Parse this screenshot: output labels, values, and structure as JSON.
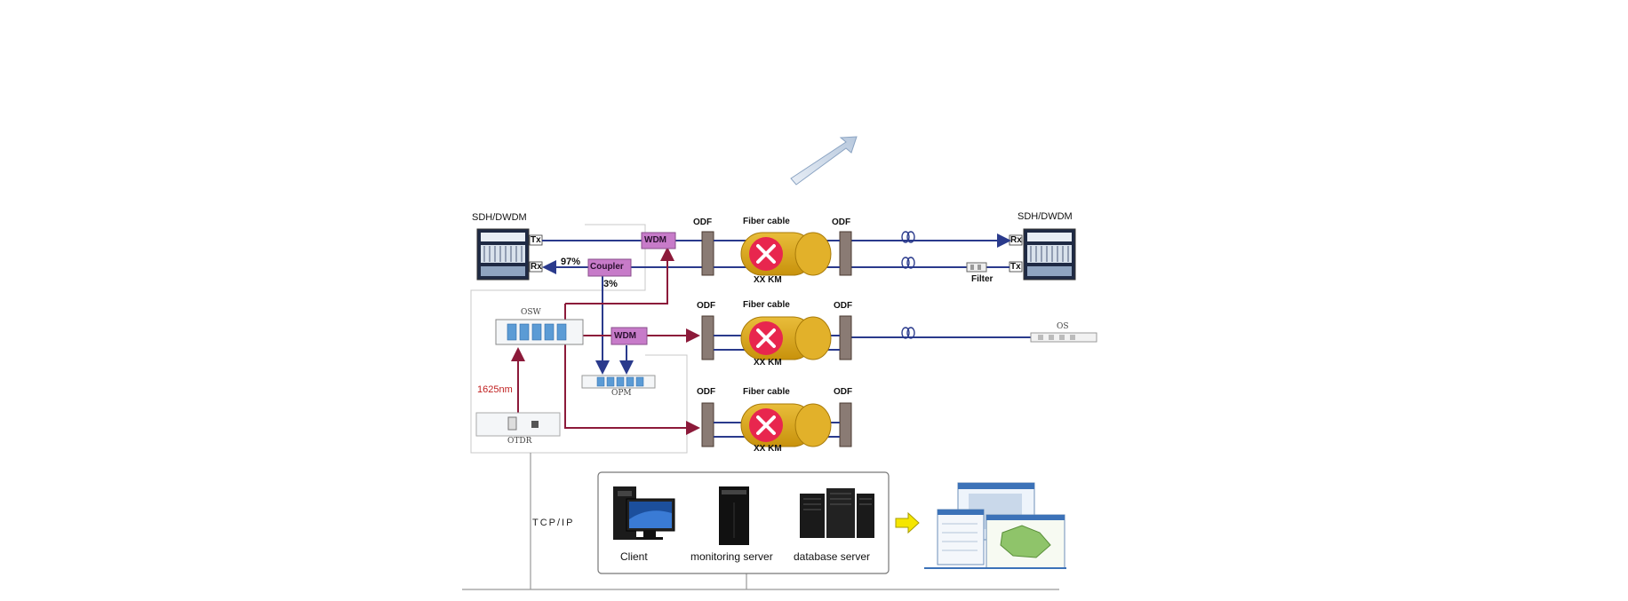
{
  "equipment": {
    "left_label": "SDH/DWDM",
    "right_label": "SDH/DWDM",
    "tx": "Tx",
    "rx": "Rx",
    "right_rx": "Rx",
    "right_tx": "Tx"
  },
  "optics": {
    "wdm_top": "WDM",
    "wdm_mid": "WDM",
    "coupler": "Coupler",
    "split_high": "97%",
    "split_low": "3%",
    "filter": "Filter",
    "osw": "OSW",
    "opm": "OPM",
    "otdr": "OTDR",
    "os": "OS",
    "wavelength": "1625nm"
  },
  "links": [
    {
      "odf_left": "ODF",
      "odf_right": "ODF",
      "cable": "Fiber cable",
      "distance": "XX KM"
    },
    {
      "odf_left": "ODF",
      "odf_right": "ODF",
      "cable": "Fiber cable",
      "distance": "XX KM"
    },
    {
      "odf_left": "ODF",
      "odf_right": "ODF",
      "cable": "Fiber cable",
      "distance": "XX KM"
    }
  ],
  "network": {
    "protocol": "TCP/IP",
    "client": "Client",
    "monitoring_server": "monitoring server",
    "database_server": "database server"
  },
  "colors": {
    "fiber_blue": "#2a3a8c",
    "fiber_red": "#8c1a3a",
    "cable_gold": "#d8a514",
    "fault_red": "#e8264e",
    "wdm_purple": "#c77bc9",
    "arrow_yellow": "#f5e600"
  }
}
